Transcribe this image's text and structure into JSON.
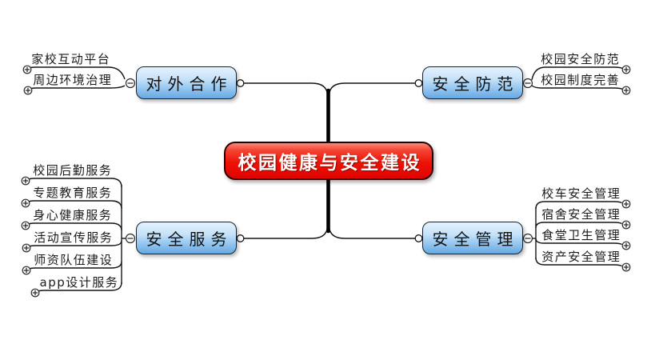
{
  "root": {
    "label": "校园健康与安全建设"
  },
  "branches": [
    {
      "label": "对外合作",
      "side": "top-left",
      "children": [
        "家校互动平台",
        "周边环境治理"
      ]
    },
    {
      "label": "安全防范",
      "side": "top-right",
      "children": [
        "校园安全防范",
        "校园制度完善"
      ]
    },
    {
      "label": "安全服务",
      "side": "bottom-left",
      "children": [
        "校园后勤服务",
        "专题教育服务",
        "身心健康服务",
        "活动宣传服务",
        "师资队伍建设",
        "app设计服务"
      ]
    },
    {
      "label": "安全管理",
      "side": "bottom-right",
      "children": [
        "校车安全管理",
        "宿舍安全管理",
        "食堂卫生管理",
        "资产安全管理"
      ]
    }
  ],
  "icons": {
    "expand": "+",
    "collapse": "−",
    "connector": "dot"
  },
  "colors": {
    "root_fill_top": "#fb8a76",
    "root_fill_bottom": "#e00300",
    "root_text": "#ffffff",
    "branch_fill_top": "#e4f2fd",
    "branch_fill_bottom": "#66a8e2",
    "branch_text": "#111111",
    "wire": "#151515"
  }
}
